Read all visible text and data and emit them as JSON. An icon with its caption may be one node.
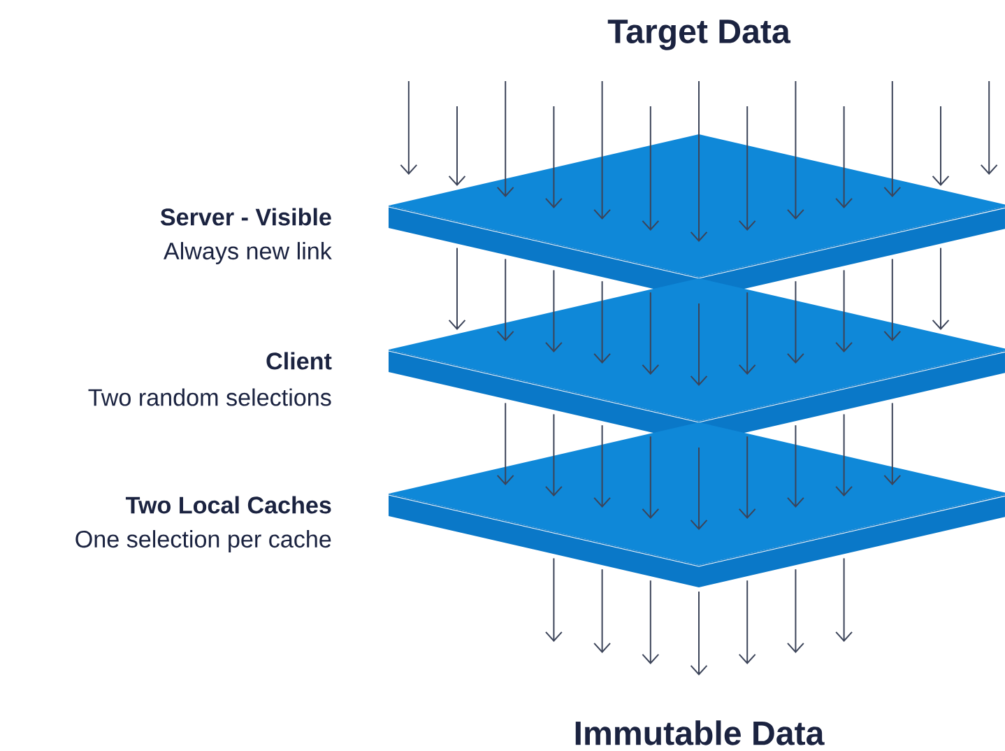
{
  "diagram": {
    "title": "Target Data",
    "nodes": [
      {
        "text": [
          "Server - Visible",
          "Always new link"
        ]
      },
      {
        "text": [
          "Client",
          "Two random selections"
        ]
      },
      {
        "text": [
          "Two Local Caches",
          "One selection per cache"
        ]
      }
    ],
    "edges": [
      {
        "from": null,
        "to": 0,
        "arrow": "to"
      },
      {
        "from": null,
        "to": 0,
        "arrow": "to"
      },
      {
        "from": null,
        "to": 0,
        "arrow": "to"
      },
      {
        "from": null,
        "to": 0,
        "arrow": "to"
      },
      {
        "from": null,
        "to": 0,
        "arrow": "to"
      },
      {
        "from": null,
        "to": 0,
        "arrow": "to"
      },
      {
        "from": null,
        "to": 0,
        "arrow": "to"
      },
      {
        "from": null,
        "to": 0,
        "arrow": "to"
      },
      {
        "from": null,
        "to": 0,
        "arrow": "to"
      },
      {
        "from": null,
        "to": 0,
        "arrow": "to"
      },
      {
        "from": null,
        "to": 0,
        "arrow": "to"
      },
      {
        "from": null,
        "to": 0,
        "arrow": "to"
      },
      {
        "from": null,
        "to": 0,
        "arrow": "to"
      },
      {
        "from": 0,
        "to": 1,
        "arrow": "to"
      },
      {
        "from": 0,
        "to": 1,
        "arrow": "to"
      },
      {
        "from": 0,
        "to": 1,
        "arrow": "to"
      },
      {
        "from": 0,
        "to": 1,
        "arrow": "to"
      },
      {
        "from": 0,
        "to": 1,
        "arrow": "to"
      },
      {
        "from": 0,
        "to": 1,
        "arrow": "to"
      },
      {
        "from": 0,
        "to": 1,
        "arrow": "to"
      },
      {
        "from": 0,
        "to": 1,
        "arrow": "to"
      },
      {
        "from": 0,
        "to": 1,
        "arrow": "to"
      },
      {
        "from": 0,
        "to": 1,
        "arrow": "to"
      },
      {
        "from": 0,
        "to": 1,
        "arrow": "to"
      },
      {
        "from": 1,
        "to": 2,
        "arrow": "to"
      },
      {
        "from": 1,
        "to": 2,
        "arrow": "to"
      },
      {
        "from": 1,
        "to": 2,
        "arrow": "to"
      },
      {
        "from": 1,
        "to": 2,
        "arrow": "to"
      },
      {
        "from": 1,
        "to": 2,
        "arrow": "to"
      },
      {
        "from": 1,
        "to": 2,
        "arrow": "to"
      },
      {
        "from": 1,
        "to": 2,
        "arrow": "to"
      },
      {
        "from": 1,
        "to": 2,
        "arrow": "to"
      },
      {
        "from": 1,
        "to": 2,
        "arrow": "to"
      },
      {
        "from": 2,
        "to": null,
        "arrow": "to"
      },
      {
        "from": 2,
        "to": null,
        "arrow": "to"
      },
      {
        "from": 2,
        "to": null,
        "arrow": "to"
      },
      {
        "from": 2,
        "to": null,
        "arrow": "to"
      },
      {
        "from": 2,
        "to": null,
        "arrow": "to"
      },
      {
        "from": 2,
        "to": null,
        "arrow": "to"
      },
      {
        "from": 2,
        "to": null,
        "arrow": "to"
      }
    ],
    "labels": [
      "Immutable Data"
    ]
  }
}
